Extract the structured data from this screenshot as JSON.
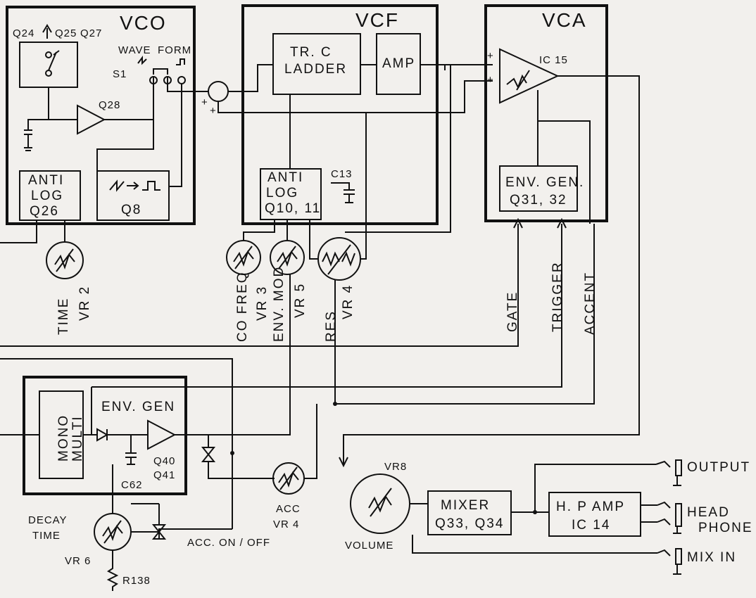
{
  "vco": {
    "title": "VCO",
    "q24": "Q24",
    "q25": "Q25",
    "q27": "Q27",
    "wave": "WAVE",
    "form": "FORM",
    "s1": "S1",
    "q28": "Q28",
    "antilog1": "ANTI",
    "antilog2": "LOG",
    "antilog3": "Q26",
    "q8": "Q8"
  },
  "vcf": {
    "title": "VCF",
    "ladder1": "TR. C",
    "ladder2": "LADDER",
    "amp": "AMP",
    "antilog1": "ANTI",
    "antilog2": "LOG",
    "antilog3": "Q10, 11",
    "c13": "C13"
  },
  "vca": {
    "title": "VCA",
    "ic15": "IC 15",
    "env1": "ENV. GEN.",
    "env2": "Q31, 32"
  },
  "pots": {
    "time": "TIME",
    "vr2": "VR 2",
    "cofreq": "CO FREQ",
    "vr3": "VR 3",
    "envmod": "ENV. MOD",
    "vr5": "VR 5",
    "res": "RES",
    "vr4": "VR 4"
  },
  "inputs": {
    "gate": "GATE",
    "trigger": "TRIGGER",
    "accent": "ACCENT"
  },
  "envgen": {
    "title": "ENV. GEN",
    "mono1": "MONO",
    "mono2": "MULTI",
    "c62": "C62",
    "q40": "Q40",
    "q41": "Q41"
  },
  "decay": {
    "decay": "DECAY",
    "time": "TIME",
    "vr6": "VR 6",
    "r138": "R138",
    "acc_onoff": "ACC. ON / OFF",
    "acc": "ACC",
    "accvr": "VR 4"
  },
  "mixer": {
    "vr8": "VR8",
    "volume": "VOLUME",
    "mixer1": "MIXER",
    "mixer2": "Q33, Q34",
    "hp1": "H. P AMP",
    "hp2": "IC 14"
  },
  "jacks": {
    "output": "OUTPUT",
    "head": "HEAD",
    "phone": "PHONE",
    "mixin": "MIX IN"
  }
}
